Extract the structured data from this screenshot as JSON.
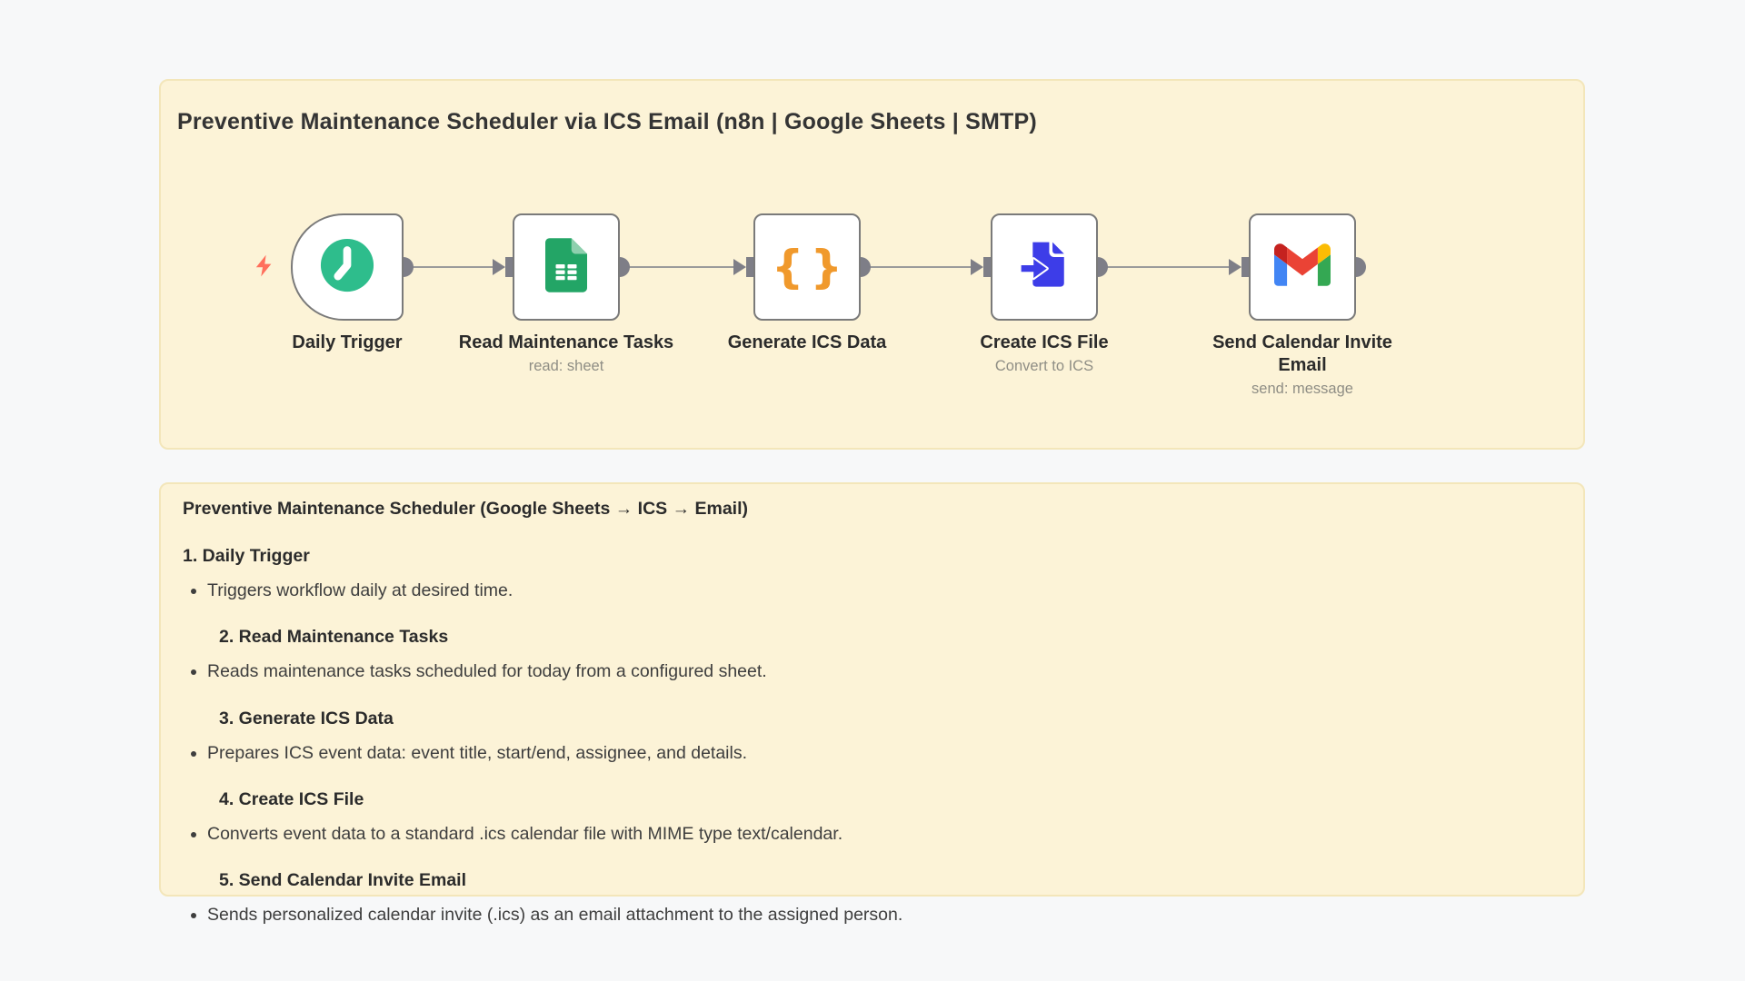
{
  "workflow_panel": {
    "title": "Preventive Maintenance Scheduler via ICS Email (n8n | Google Sheets | SMTP)",
    "nodes": [
      {
        "id": "daily-trigger",
        "label": "Daily Trigger",
        "icon": "clock-icon",
        "type": "schedule-trigger"
      },
      {
        "id": "read-maintenance-tasks",
        "label": "Read Maintenance Tasks",
        "sublabel": "read: sheet",
        "icon": "google-sheets-icon"
      },
      {
        "id": "generate-ics-data",
        "label": "Generate ICS Data",
        "icon": "code-braces-icon",
        "icon_glyph": "{}"
      },
      {
        "id": "create-ics-file",
        "label": "Create ICS File",
        "sublabel": "Convert to ICS",
        "icon": "file-convert-icon"
      },
      {
        "id": "send-calendar-invite-email",
        "label": "Send Calendar Invite Email",
        "sublabel": "send: message",
        "icon": "gmail-icon"
      }
    ]
  },
  "description_panel": {
    "title": "Preventive Maintenance Scheduler (Google Sheets → ICS → Email)",
    "sections": [
      {
        "heading": "1. Daily Trigger",
        "bullet": "Triggers workflow daily at desired time."
      },
      {
        "heading": "2. Read Maintenance Tasks",
        "bullet": "Reads maintenance tasks scheduled for today from a configured sheet."
      },
      {
        "heading": "3. Generate ICS Data",
        "bullet": "Prepares ICS event data: event title, start/end, assignee, and details."
      },
      {
        "heading": "4. Create ICS File",
        "bullet": "Converts event data to a standard .ics calendar file with MIME type text/calendar."
      },
      {
        "heading": "5. Send Calendar Invite Email",
        "bullet": "Sends personalized calendar invite (.ics) as an email attachment to the assigned person."
      }
    ]
  },
  "colors": {
    "page_bg": "#f7f8f9",
    "panel_bg": "#fcf3d7",
    "panel_border": "#f3e6ba",
    "node_border": "#7a7a7a",
    "connector_line": "#9b9b9b",
    "connector_port": "#7e7e87",
    "trigger_bolt": "#ff6f5c",
    "clock_green": "#2ebd8c",
    "sheets_green": "#23a566",
    "sheets_fold": "#8ed0ae",
    "braces_orange": "#f0992c",
    "file_blue": "#3d3de8",
    "gmail_blue": "#4285f4",
    "gmail_red": "#ea4335",
    "gmail_yellow": "#fbbc04",
    "gmail_green": "#34a853",
    "gmail_dark_red": "#c5221f"
  }
}
